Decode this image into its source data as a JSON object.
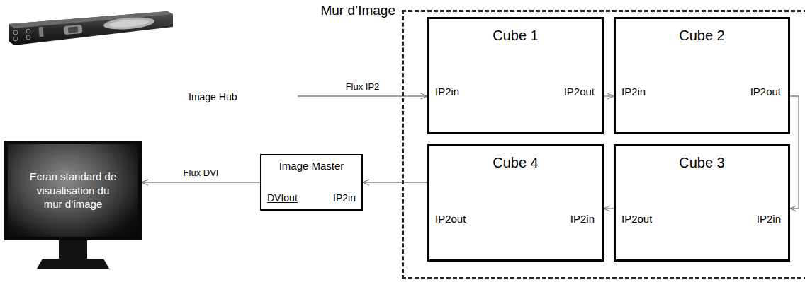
{
  "diagram": {
    "nodes": [
      {
        "text": [
          "Image Hub"
        ]
      },
      {
        "text": [
          "Mur d’Image"
        ]
      },
      {
        "text": [
          "Cube 1",
          "IP2in",
          "IP2out"
        ],
        "in": 1
      },
      {
        "text": [
          "Cube 2",
          "IP2in",
          "IP2out"
        ],
        "in": 1
      },
      {
        "text": [
          "Cube 4",
          "IP2out",
          "IP2in"
        ],
        "in": 1
      },
      {
        "text": [
          "Cube 3",
          "IP2out",
          "IP2in"
        ],
        "in": 1
      },
      {
        "text": [
          "Image Master",
          "DVIout",
          "IP2in"
        ]
      },
      {
        "text": [
          "Ecran standard de visualisation du mur d’image"
        ]
      }
    ],
    "edges": [
      {
        "from": 0,
        "to": 2,
        "label": "Flux IP2",
        "arrow": "to"
      },
      {
        "from": 2,
        "to": 3,
        "arrow": "to"
      },
      {
        "from": 3,
        "to": 5,
        "arrow": "to"
      },
      {
        "from": 5,
        "to": 4,
        "arrow": "to"
      },
      {
        "from": 4,
        "to": 6,
        "arrow": "to"
      },
      {
        "from": 6,
        "to": 7,
        "label": "Flux DVI",
        "arrow": "to"
      }
    ]
  }
}
